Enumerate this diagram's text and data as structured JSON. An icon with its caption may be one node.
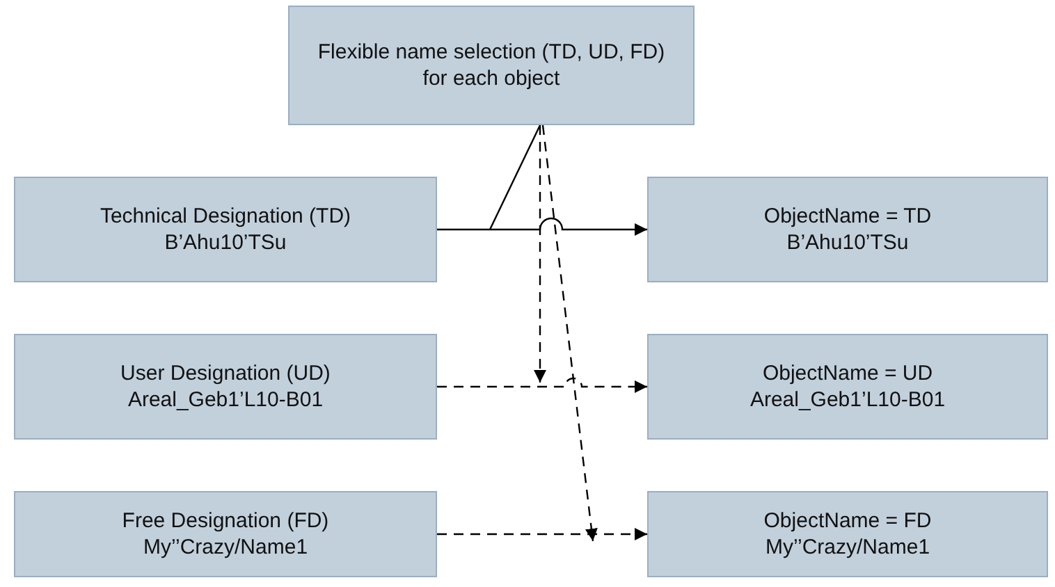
{
  "diagram": {
    "nodes": [
      {
        "text": [
          "Flexible name selection (TD, UD, FD) for each object"
        ]
      },
      {
        "text": [
          "Technical Designation (TD)",
          "B’Ahu10’TSu"
        ]
      },
      {
        "text": [
          "ObjectName = TD",
          "B’Ahu10’TSu"
        ]
      },
      {
        "text": [
          "User Designation (UD)",
          "Areal_Geb1’L10-B01"
        ]
      },
      {
        "text": [
          "ObjectName = UD",
          "Areal_Geb1’L10-B01"
        ]
      },
      {
        "text": [
          "Free Designation (FD)",
          "My’’Crazy/Name1"
        ]
      },
      {
        "text": [
          "ObjectName = FD",
          "My’’Crazy/Name1"
        ]
      }
    ],
    "edges": [
      {
        "from": 1,
        "to": 2,
        "arrow": "to"
      },
      {
        "from": 3,
        "to": 4,
        "arrow": "to",
        "style": "dashed"
      },
      {
        "from": 5,
        "to": 6,
        "arrow": "to",
        "style": "dashed"
      },
      {
        "from": 0,
        "to": null,
        "arrow": "none"
      },
      {
        "from": 0,
        "to": null,
        "arrow": "to",
        "style": "dashed"
      },
      {
        "from": 0,
        "to": null,
        "arrow": "to",
        "style": "dashed"
      }
    ]
  }
}
